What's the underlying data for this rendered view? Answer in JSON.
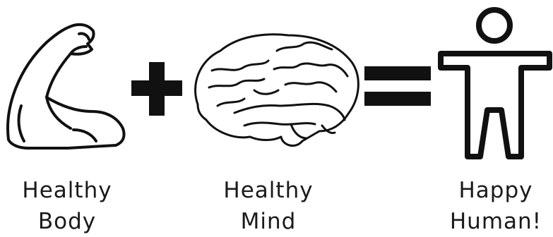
{
  "terms": [
    {
      "icon": "flexed-arm-icon",
      "label": [
        "Healthy",
        "Body"
      ]
    },
    {
      "icon": "brain-icon",
      "label": [
        "Healthy",
        "Mind"
      ]
    },
    {
      "icon": "person-icon",
      "label": [
        "Happy",
        "Human!"
      ]
    }
  ],
  "operators": [
    "+",
    "="
  ],
  "colors": {
    "ink": "#111111",
    "background": "#ffffff"
  }
}
